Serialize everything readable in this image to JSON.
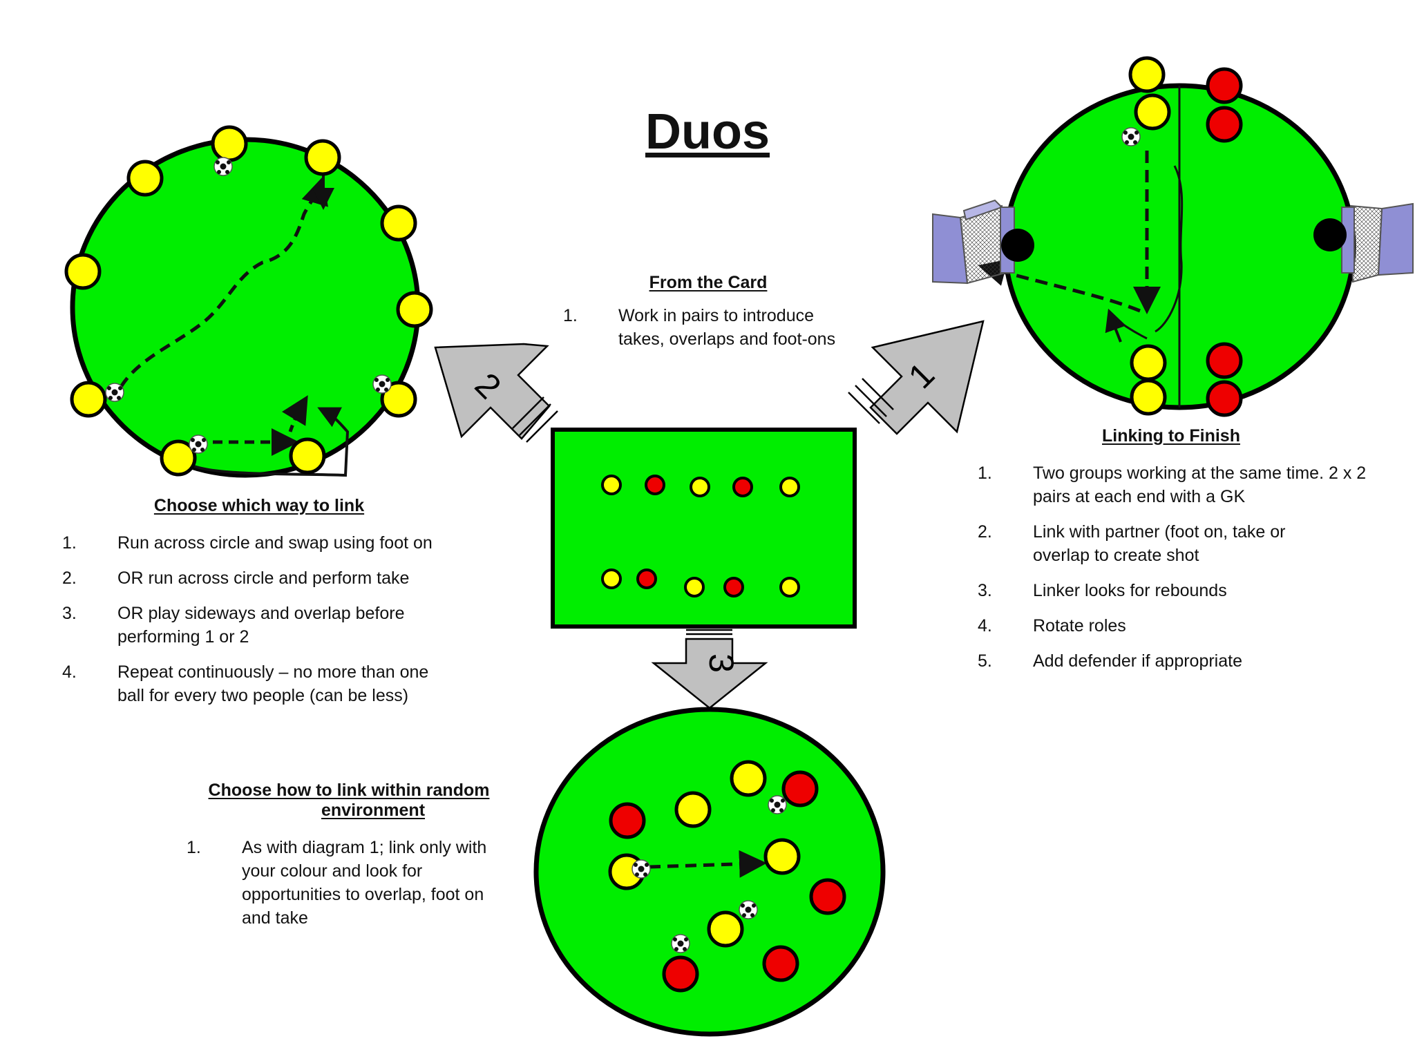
{
  "title": "Duos",
  "colors": {
    "pitch": "#00ee00",
    "yellow_player": "#ffff00",
    "red_player": "#ee0000",
    "arrow_fill": "#c0c0c0",
    "goal": "#8f8fd4"
  },
  "arrows": {
    "a1": "1",
    "a2": "2",
    "a3": "3"
  },
  "card": {
    "heading": "From the Card",
    "items": [
      {
        "num": "1.",
        "text": "Work in pairs to introduce takes, overlaps and foot-ons"
      }
    ]
  },
  "diagram1": {
    "heading": "Choose which way to link",
    "items": [
      {
        "num": "1.",
        "text": "Run across circle and swap using foot on"
      },
      {
        "num": "2.",
        "text": "OR run across circle and perform take"
      },
      {
        "num": "3.",
        "text": "OR play sideways and overlap before performing 1 or 2"
      },
      {
        "num": "4.",
        "text": "Repeat continuously – no more than one ball for every two people (can be less)"
      }
    ]
  },
  "diagram2": {
    "heading": "Linking to Finish",
    "items": [
      {
        "num": "1.",
        "text": "Two groups working at the same time. 2 x 2 pairs at each end with a GK"
      },
      {
        "num": "2.",
        "text": "Link with partner (foot on, take or overlap to create shot"
      },
      {
        "num": "3.",
        "text": "Linker looks for rebounds"
      },
      {
        "num": "4.",
        "text": "Rotate roles"
      },
      {
        "num": "5.",
        "text": "Add defender if appropriate"
      }
    ]
  },
  "diagram3": {
    "heading_line1": "Choose how to link within random",
    "heading_line2": "environment",
    "items": [
      {
        "num": "1.",
        "text": "As with diagram 1; link only with your colour and look for opportunities to overlap, foot on and take"
      }
    ]
  }
}
